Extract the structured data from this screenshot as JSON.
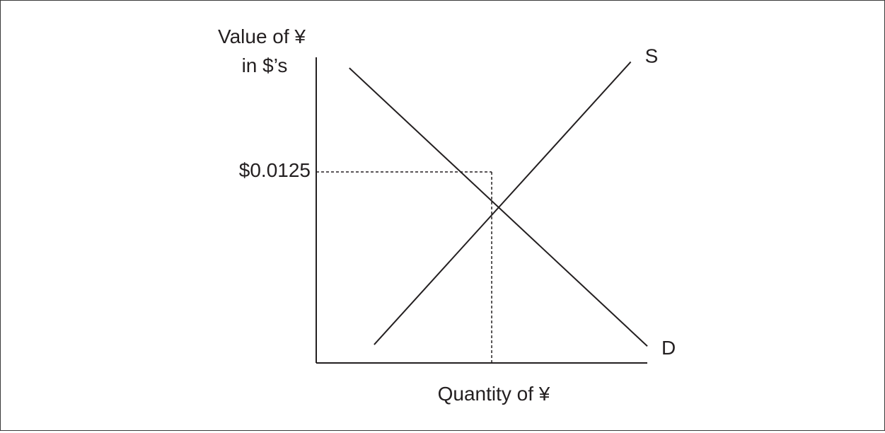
{
  "chart_data": {
    "type": "line",
    "title": "",
    "ylabel": [
      "Value of ¥",
      "in $’s"
    ],
    "xlabel": "Quantity of ¥",
    "ylim": [
      0,
      0.02
    ],
    "xlim": [
      0,
      10
    ],
    "grid": false,
    "series": [
      {
        "name": "S",
        "x": [
          1.75,
          9.5
        ],
        "y": [
          0.0012,
          0.0197
        ]
      },
      {
        "name": "D",
        "x": [
          1.0,
          10.0
        ],
        "y": [
          0.0193,
          0.0011
        ]
      }
    ],
    "equilibrium": {
      "x": 5.3,
      "y": 0.0125,
      "y_label": "$0.0125"
    },
    "colors": {
      "line": "#231f20",
      "border": "#3a3a3a"
    }
  }
}
